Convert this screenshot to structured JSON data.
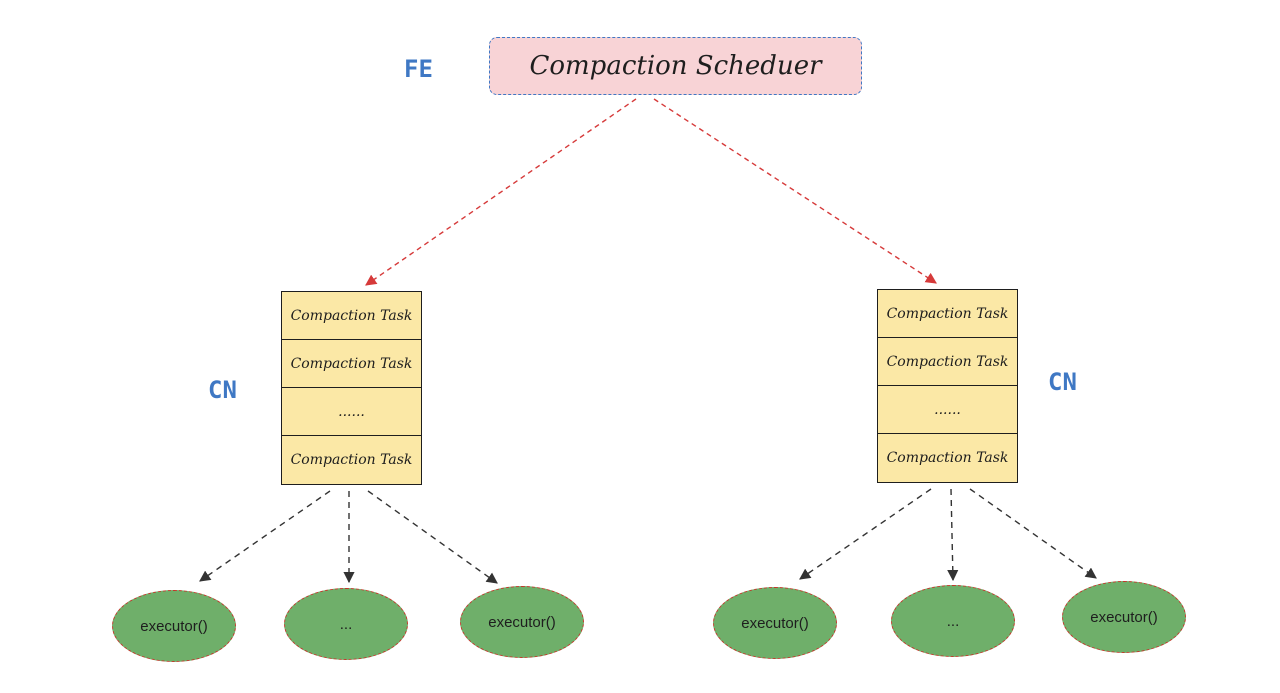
{
  "fe": {
    "label": "FE",
    "scheduler": "Compaction Scheduer"
  },
  "cn_nodes": [
    {
      "label": "CN",
      "tasks": [
        "Compaction Task",
        "Compaction Task",
        "......",
        "Compaction Task"
      ],
      "executors": [
        "executor()",
        "...",
        "executor()"
      ]
    },
    {
      "label": "CN",
      "tasks": [
        "Compaction Task",
        "Compaction Task",
        "......",
        "Compaction Task"
      ],
      "executors": [
        "executor()",
        "...",
        "executor()"
      ]
    }
  ],
  "colors": {
    "scheduler_fill": "#f8d3d6",
    "scheduler_border": "#3f78c4",
    "label_text": "#3f78c4",
    "task_fill": "#fbe8a6",
    "executor_fill": "#6faf6a",
    "executor_border": "#c0392b",
    "scheduler_arrow": "#d63a3a",
    "task_arrow": "#333333"
  }
}
